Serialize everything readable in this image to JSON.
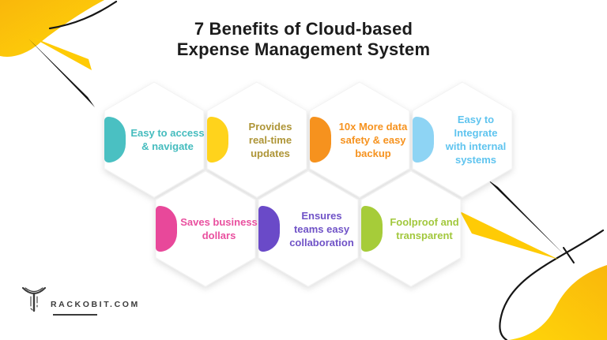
{
  "title": {
    "text": "7 Benefits of Cloud-based\nExpense Management System"
  },
  "benefits": [
    {
      "label": "Easy to access\n& navigate",
      "accent_color": "#4AC0C2",
      "text_color": "#45BCBE"
    },
    {
      "label": "Provides\nreal-time\nupdates",
      "accent_color": "#FFD31C",
      "text_color": "#AE9537"
    },
    {
      "label": "10x More data\nsafety & easy\nbackup",
      "accent_color": "#F6921E",
      "text_color": "#F6921E"
    },
    {
      "label": "Easy to\nIntegrate\nwith internal\nsystems",
      "accent_color": "#8ED4F4",
      "text_color": "#5FC4EF"
    },
    {
      "label": "Saves business\ndollars",
      "accent_color": "#E8489A",
      "text_color": "#E9509F"
    },
    {
      "label": "Ensures\nteams easy\ncollaboration",
      "accent_color": "#6A4AC8",
      "text_color": "#7053C7"
    },
    {
      "label": "Foolproof and\ntransparent",
      "accent_color": "#A6CC39",
      "text_color": "#A2C83D"
    }
  ],
  "logo": {
    "mark_letter": "T",
    "text": "RACKOBIT.COM"
  },
  "decor": {
    "corner_yellow": "#F9B70B",
    "corner_yellow_light": "#FFD60A",
    "spike_yellow": "#FFCB05",
    "spike_black": "#141414",
    "curve_black": "#161616",
    "hex_fill": "#FFFFFF",
    "hex_edge": "#F2F2F2",
    "title_color": "#1C1C1C",
    "logo_color": "#3B3B3B"
  }
}
